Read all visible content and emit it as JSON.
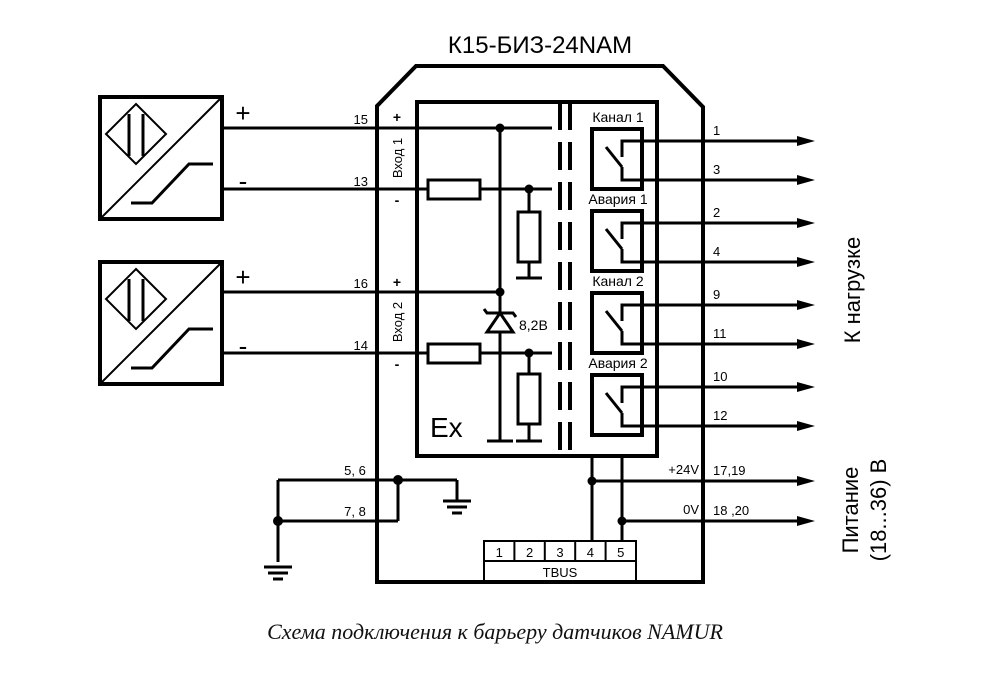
{
  "title": "К15-БИЗ-24NAM",
  "caption": "Схема подключения к барьеру датчиков NAMUR",
  "inputs": [
    {
      "label": "Вход 1",
      "plus_terminal": "15",
      "minus_terminal": "13",
      "plus_sign": "+",
      "minus_sign": "-"
    },
    {
      "label": "Вход 2",
      "plus_terminal": "16",
      "minus_terminal": "14",
      "plus_sign": "+",
      "minus_sign": "-"
    }
  ],
  "sensor_polarity": {
    "plus": "+",
    "minus": "-"
  },
  "zener_label": "8,2В",
  "ex_label": "Ex",
  "relays": [
    {
      "label": "Канал 1",
      "terminals": [
        "1",
        "3"
      ]
    },
    {
      "label": "Авария 1",
      "terminals": [
        "2",
        "4"
      ]
    },
    {
      "label": "Канал 2",
      "terminals": [
        "9",
        "11"
      ]
    },
    {
      "label": "Авария 2",
      "terminals": [
        "10",
        "12"
      ]
    }
  ],
  "load_label": "К нагрузке",
  "power": {
    "plus_label": "+24V",
    "plus_terminals": "17,19",
    "zero_label": "0V",
    "zero_terminals": "18 ,20",
    "side_label_line1": "Питание",
    "side_label_line2": "(18...36) В"
  },
  "ground_terminals": {
    "top": "5, 6",
    "bottom": "7, 8"
  },
  "tbus": {
    "label": "TBUS",
    "pins": [
      "1",
      "2",
      "3",
      "4",
      "5"
    ]
  }
}
